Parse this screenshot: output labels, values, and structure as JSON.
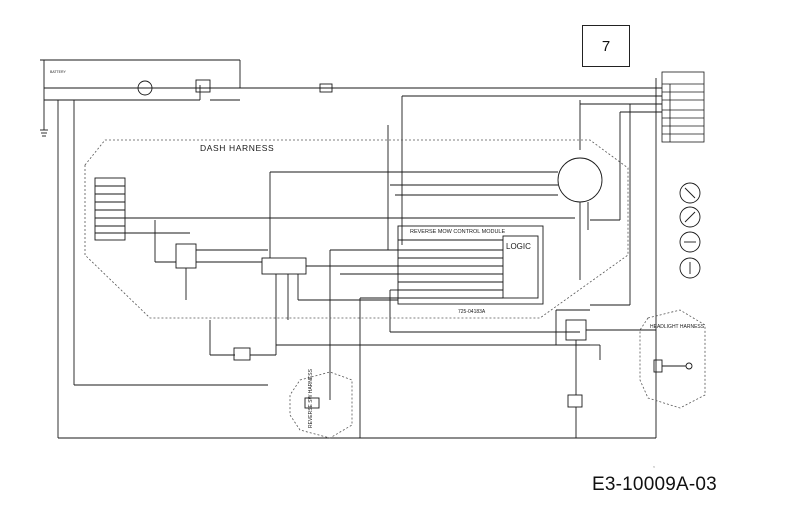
{
  "page_number": "7",
  "document_code": "E3-10009A-03",
  "stray_mark": ",",
  "labels": {
    "dash_harness": "DASH HARNESS",
    "module_title": "REVERSE MOW CONTROL MODULE",
    "logic": "LOGIC",
    "module_part": "725-04183A",
    "reverse_sw_harness": "REVERSE SW HARNESS",
    "headlight_harness": "HEADLIGHT HARNESS",
    "battery": "BATTERY"
  },
  "colors": {
    "line": "#1a1a1a",
    "dashed": "#555555",
    "background": "#ffffff"
  }
}
